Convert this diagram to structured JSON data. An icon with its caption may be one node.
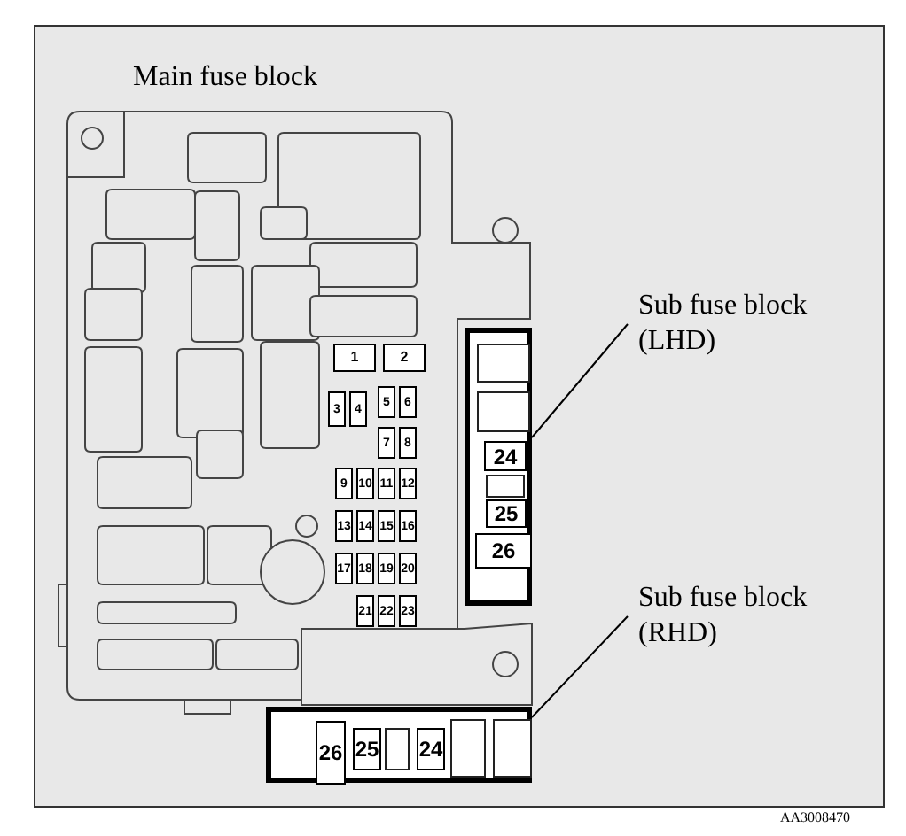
{
  "diagram": {
    "nodes": [
      {
        "text": [
          "Main fuse block"
        ]
      },
      {
        "text": [
          "1"
        ],
        "in": 0
      },
      {
        "text": [
          "2"
        ],
        "in": 0
      },
      {
        "text": [
          "3"
        ],
        "in": 0
      },
      {
        "text": [
          "4"
        ],
        "in": 0
      },
      {
        "text": [
          "5"
        ],
        "in": 0
      },
      {
        "text": [
          "6"
        ],
        "in": 0
      },
      {
        "text": [
          "7"
        ],
        "in": 0
      },
      {
        "text": [
          "8"
        ],
        "in": 0
      },
      {
        "text": [
          "9"
        ],
        "in": 0
      },
      {
        "text": [
          "10"
        ],
        "in": 0
      },
      {
        "text": [
          "11"
        ],
        "in": 0
      },
      {
        "text": [
          "12"
        ],
        "in": 0
      },
      {
        "text": [
          "13"
        ],
        "in": 0
      },
      {
        "text": [
          "14"
        ],
        "in": 0
      },
      {
        "text": [
          "15"
        ],
        "in": 0
      },
      {
        "text": [
          "16"
        ],
        "in": 0
      },
      {
        "text": [
          "17"
        ],
        "in": 0
      },
      {
        "text": [
          "18"
        ],
        "in": 0
      },
      {
        "text": [
          "19"
        ],
        "in": 0
      },
      {
        "text": [
          "20"
        ],
        "in": 0
      },
      {
        "text": [
          "21"
        ],
        "in": 0
      },
      {
        "text": [
          "22"
        ],
        "in": 0
      },
      {
        "text": [
          "23"
        ],
        "in": 0
      },
      {
        "text": [
          "Sub fuse block (LHD)"
        ]
      },
      {
        "text": [],
        "shape": "box"
      },
      {
        "text": [],
        "shape": "box",
        "in": 25
      },
      {
        "text": [],
        "shape": "box",
        "in": 25
      },
      {
        "text": [
          "24"
        ],
        "in": 25
      },
      {
        "text": [],
        "shape": "box",
        "in": 25
      },
      {
        "text": [
          "25"
        ],
        "in": 25
      },
      {
        "text": [
          "26"
        ],
        "in": 25
      },
      {
        "text": [
          "Sub fuse block (RHD)"
        ]
      },
      {
        "text": [],
        "shape": "box"
      },
      {
        "text": [
          "26"
        ],
        "in": 33
      },
      {
        "text": [
          "25"
        ],
        "in": 33
      },
      {
        "text": [],
        "shape": "box",
        "in": 33
      },
      {
        "text": [
          "24"
        ],
        "in": 33
      },
      {
        "text": [],
        "shape": "box",
        "in": 33
      },
      {
        "text": [],
        "shape": "box",
        "in": 33
      }
    ],
    "edges": [
      {
        "from": 24,
        "to": 25,
        "arrow": "none"
      },
      {
        "from": 32,
        "to": 33,
        "arrow": "none"
      }
    ],
    "labels": [
      "AA3008470"
    ]
  }
}
